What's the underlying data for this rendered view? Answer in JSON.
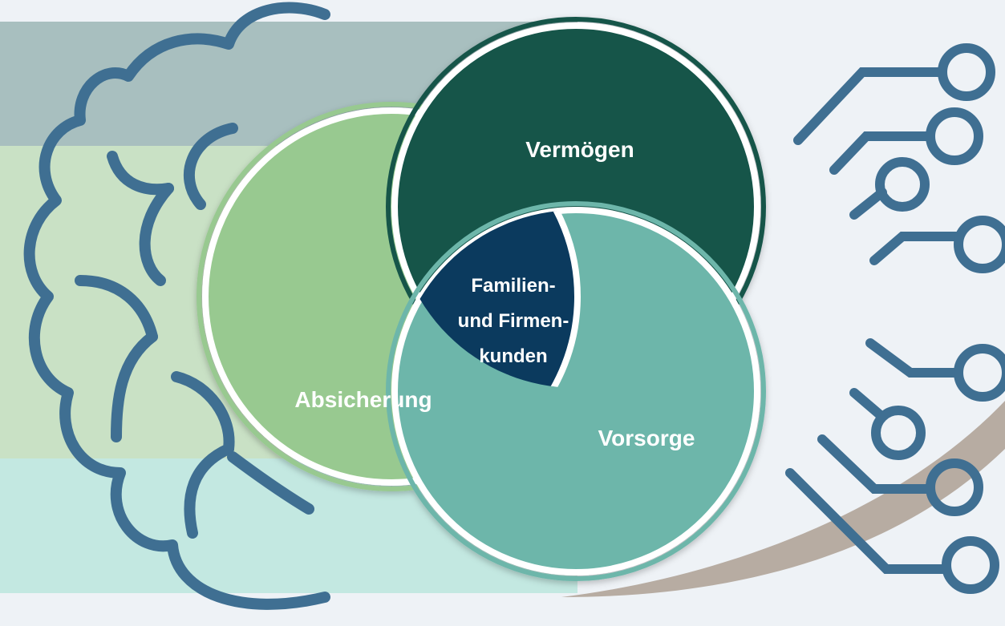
{
  "diagram": {
    "circles": {
      "top": {
        "label": "Vermögen",
        "color": "#16544a"
      },
      "left": {
        "label": "Absicherung",
        "color": "#98c990"
      },
      "right": {
        "label": "Vorsorge",
        "color": "#6db6aa"
      }
    },
    "center": {
      "lines": [
        "Familien-",
        "und Firmen-",
        "kunden"
      ],
      "color": "#0b3a5e"
    }
  },
  "colors": {
    "background": "#eef2f6",
    "band_top": "#a8bfbf",
    "band_middle": "#c9e1c5",
    "band_bottom": "#c3e8e1",
    "icon_stroke": "#3f6f92",
    "swoosh": "#b7aca2"
  },
  "icons": {
    "left": "brain-outline-icon",
    "right": "circuit-lines-icon"
  }
}
